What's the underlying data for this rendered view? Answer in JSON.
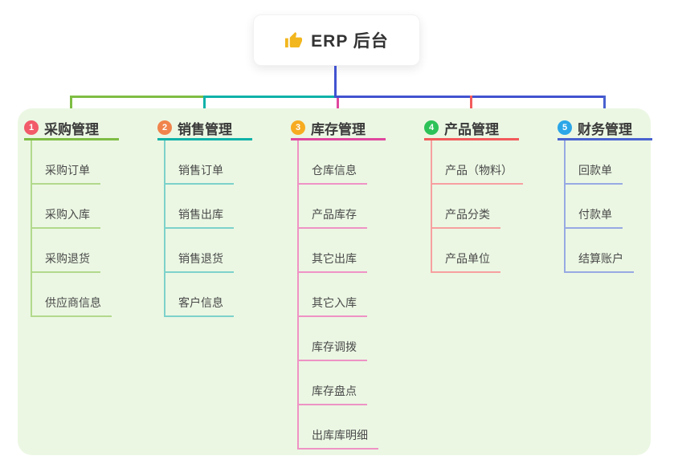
{
  "root": {
    "title": "ERP 后台",
    "icon": "thumbs-up-icon",
    "icon_color": "#f2b61e"
  },
  "colors": {
    "root_connector": "#4253d0",
    "container_bg": "#ebf7e3",
    "root_title_text": "#333333",
    "branch_label_text": "#3a3a3a",
    "child_label_text": "#4a4a4a"
  },
  "branches": [
    {
      "badge": "1",
      "label": "采购管理",
      "badge_color": "#f25b69",
      "line_color": "#7ebd44",
      "child_line_color": "#b2d98c",
      "children": [
        "采购订单",
        "采购入库",
        "采购退货",
        "供应商信息"
      ]
    },
    {
      "badge": "2",
      "label": "销售管理",
      "badge_color": "#f0844c",
      "line_color": "#0fb2a8",
      "child_line_color": "#7dd2cb",
      "children": [
        "销售订单",
        "销售出库",
        "销售退货",
        "客户信息"
      ]
    },
    {
      "badge": "3",
      "label": "库存管理",
      "badge_color": "#f7ab20",
      "line_color": "#e0479f",
      "child_line_color": "#ef93c5",
      "children": [
        "仓库信息",
        "产品库存",
        "其它出库",
        "其它入库",
        "库存调拨",
        "库存盘点",
        "出库库明细"
      ]
    },
    {
      "badge": "4",
      "label": "产品管理",
      "badge_color": "#2dc258",
      "line_color": "#f25b5b",
      "child_line_color": "#f7a0a0",
      "children": [
        "产品（物料）",
        "产品分类",
        "产品单位"
      ]
    },
    {
      "badge": "5",
      "label": "财务管理",
      "badge_color": "#2ba6e8",
      "line_color": "#4962cf",
      "child_line_color": "#97a9e3",
      "children": [
        "回款单",
        "付款单",
        "结算账户"
      ]
    }
  ]
}
